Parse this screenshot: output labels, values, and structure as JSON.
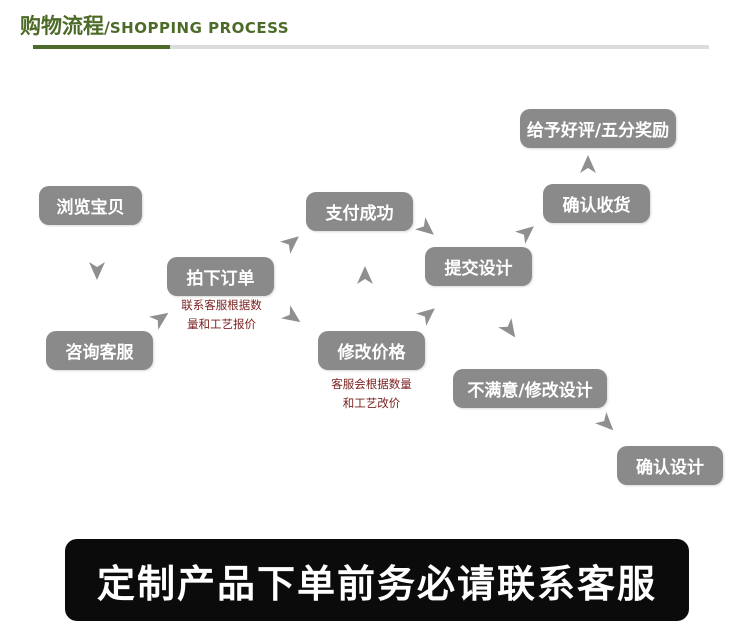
{
  "header": {
    "title_cn": "购物流程",
    "separator": "/",
    "title_en": "SHOPPING PROCESS",
    "accent_color": "#4d6b28"
  },
  "steps": {
    "browse": "浏览宝贝",
    "consult": "咨询客服",
    "place_order": "拍下订单",
    "pay_success": "支付成功",
    "modify_price": "修改价格",
    "submit_design": "提交设计",
    "confirm_receipt": "确认收货",
    "give_review": "给予好评/五分奖励",
    "unsatisfied": "不满意/修改设计",
    "confirm_design": "确认设计"
  },
  "notes": {
    "order_note_line1": "联系客服根据数",
    "order_note_line2": "量和工艺报价",
    "price_note_line1": "客服会根据数量",
    "price_note_line2": "和工艺改价"
  },
  "banner": {
    "text": "定制产品下单前务必请联系客服"
  },
  "colors": {
    "step_box": "#8a8a8a",
    "note_text": "#7a1f1f",
    "arrow": "#8f8f8f",
    "banner_bg": "#0b0b0b"
  }
}
